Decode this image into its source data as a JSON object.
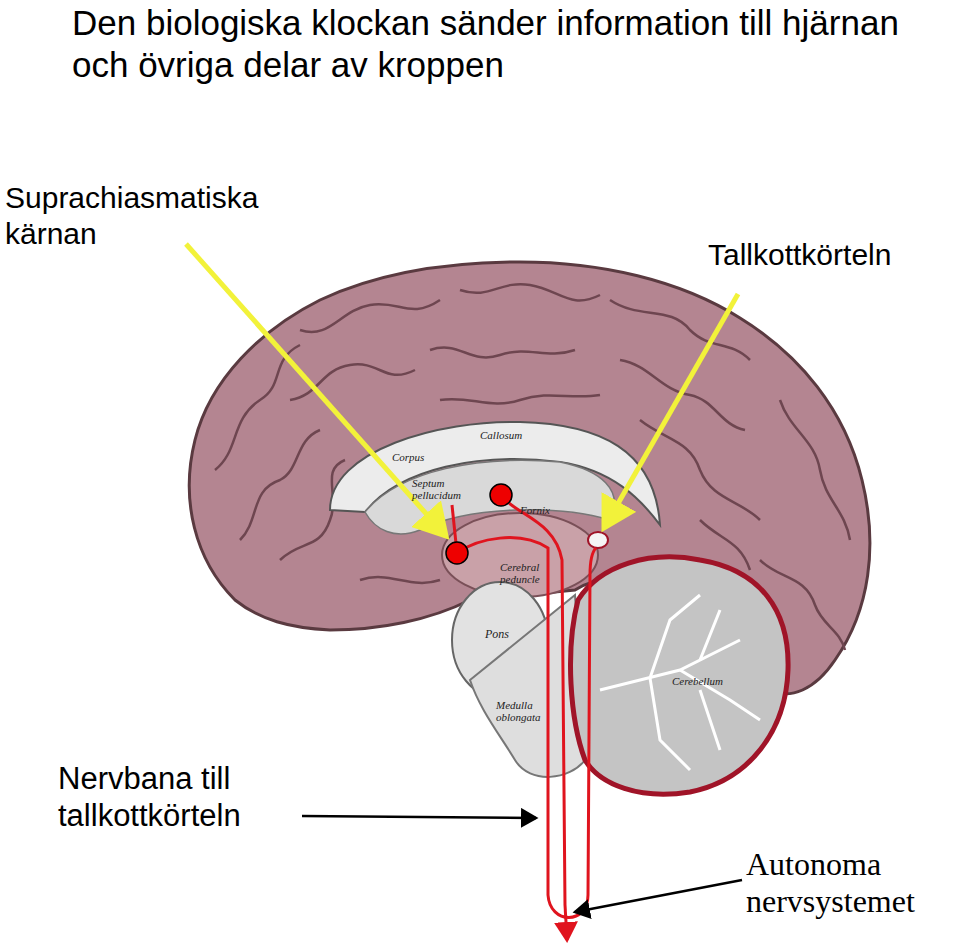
{
  "diagram": {
    "title": "Den biologiska klockan sänder information till hjärnan och övriga delar av kroppen",
    "labels": [
      "Suprachiasmatiska kärnan",
      "Tallkottkörteln",
      "Corpus",
      "Callosum",
      "Septum pellucidum",
      "Fornix",
      "Cerebral peduncle",
      "Pons",
      "Medulla oblongata",
      "Cerebellum",
      "Nervbana till tallkottkörteln",
      "Autonoma nervsystemet"
    ]
  }
}
